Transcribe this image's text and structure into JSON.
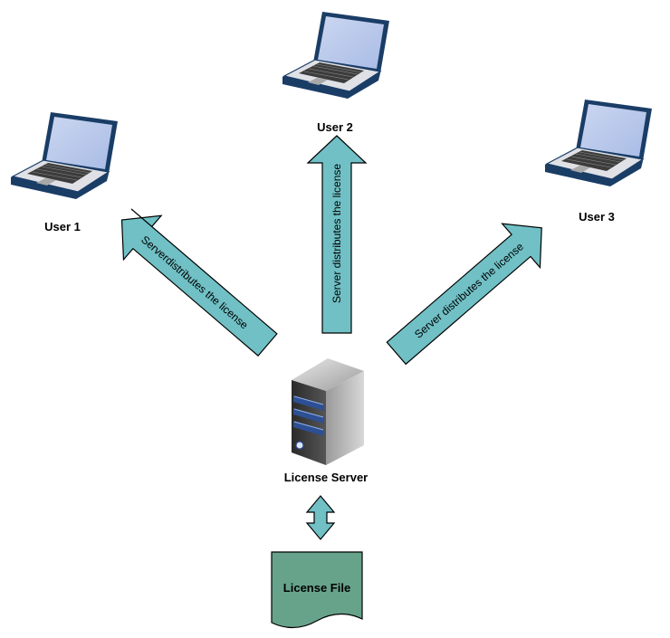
{
  "users": [
    {
      "label": "User 1"
    },
    {
      "label": "User 2"
    },
    {
      "label": "User 3"
    }
  ],
  "arrows": [
    {
      "label": "Serverdistributes the license"
    },
    {
      "label": "Server distributes the license"
    },
    {
      "label": "Server distributes the license"
    }
  ],
  "server": {
    "label": "License Server"
  },
  "file": {
    "label": "License File"
  },
  "colors": {
    "arrow_fill": "#70c0c5",
    "arrow_stroke": "#000000",
    "file_fill": "#67a38a",
    "laptop_body": "#dfe1e6",
    "laptop_screen": "#b9c8ea",
    "laptop_edge": "#1a3d66",
    "server_body": "#3a3a3a",
    "server_accent": "#2d4f93"
  },
  "icons": {
    "laptop": "laptop-icon",
    "server": "server-tower-icon",
    "file": "document-icon"
  }
}
